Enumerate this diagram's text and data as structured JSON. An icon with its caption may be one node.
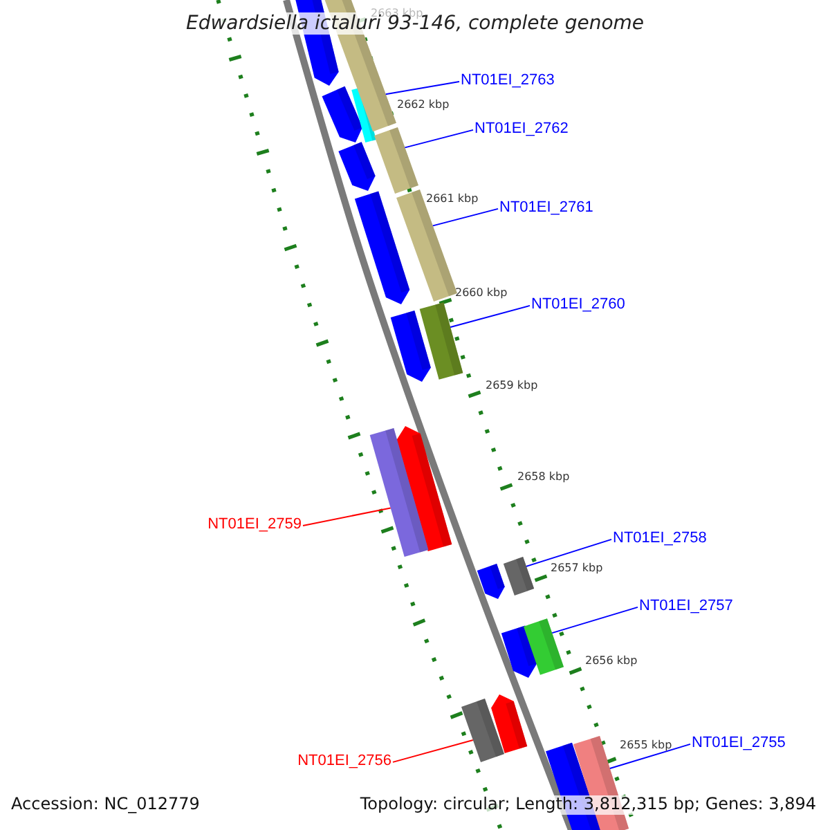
{
  "diagram": {
    "title": "Edwardsiella ictaluri 93-146, complete genome",
    "nodes": [
      {
        "text": [
          "NT01EI_2763"
        ]
      },
      {
        "text": [],
        "shape": "bar"
      },
      {
        "text": [
          "NT01EI_2762"
        ]
      },
      {
        "text": [],
        "shape": "bar"
      },
      {
        "text": [
          "NT01EI_2761"
        ]
      },
      {
        "text": [],
        "shape": "bar"
      },
      {
        "text": [
          "NT01EI_2760"
        ]
      },
      {
        "text": [],
        "shape": "bar"
      },
      {
        "text": [
          "NT01EI_2759"
        ]
      },
      {
        "text": [],
        "shape": "bar"
      },
      {
        "text": [
          "NT01EI_2758"
        ]
      },
      {
        "text": [],
        "shape": "bar"
      },
      {
        "text": [
          "NT01EI_2757"
        ]
      },
      {
        "text": [],
        "shape": "bar"
      },
      {
        "text": [
          "NT01EI_2756"
        ]
      },
      {
        "text": [],
        "shape": "bar"
      },
      {
        "text": [
          "NT01EI_2755"
        ]
      },
      {
        "text": [],
        "shape": "bar"
      }
    ],
    "edges": [
      {
        "from": 0,
        "to": 1,
        "arrow": "none"
      },
      {
        "from": 2,
        "to": 3,
        "arrow": "none"
      },
      {
        "from": 4,
        "to": 5,
        "arrow": "none"
      },
      {
        "from": 6,
        "to": 7,
        "arrow": "none"
      },
      {
        "from": 8,
        "to": 9,
        "arrow": "none",
        "color": "#ff0000"
      },
      {
        "from": 10,
        "to": 11,
        "arrow": "none"
      },
      {
        "from": 12,
        "to": 13,
        "arrow": "none"
      },
      {
        "from": 14,
        "to": 15,
        "arrow": "none",
        "color": "#ff0000"
      },
      {
        "from": 16,
        "to": 17,
        "arrow": "none"
      }
    ],
    "labels": [
      "2663 kbp",
      "2662 kbp",
      "2661 kbp",
      "2660 kbp",
      "2659 kbp",
      "2658 kbp",
      "2657 kbp",
      "2656 kbp",
      "2655 kbp",
      "Accession: NC_012779",
      "Topology: circular; Length: 3,812,315 bp; Genes: 3,894"
    ]
  }
}
